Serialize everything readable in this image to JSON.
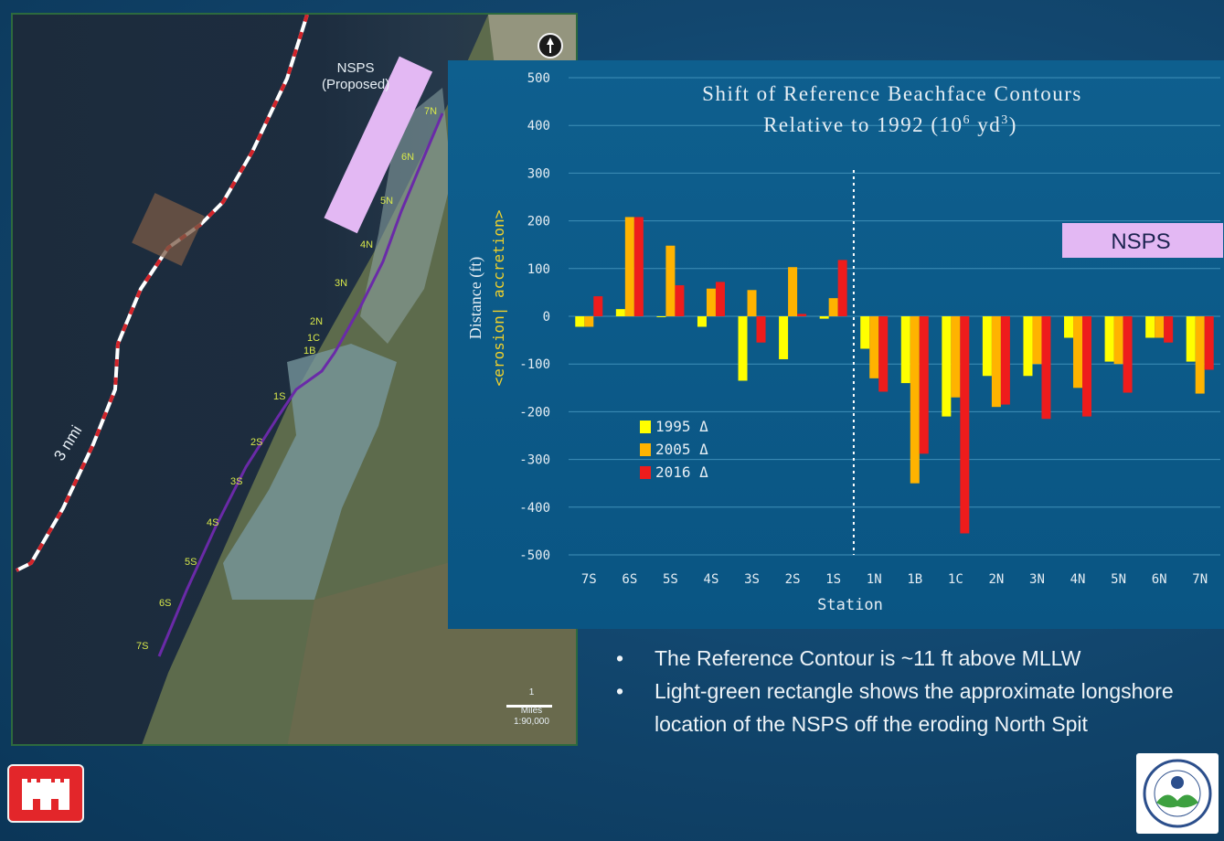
{
  "map": {
    "nsps_label": "NSPS",
    "nsps_sub": "(Proposed)",
    "boundary_label": "3 nmi",
    "scale_value": "1",
    "scale_unit": "Miles",
    "scale_ratio": "1:90,000",
    "stations": [
      "7N",
      "6N",
      "5N",
      "4N",
      "3N",
      "2N",
      "1C",
      "1B",
      "1S",
      "2S",
      "3S",
      "4S",
      "5S",
      "6S",
      "7S"
    ],
    "icons": [
      "north-arrow-icon"
    ]
  },
  "chart_data": {
    "type": "bar",
    "title_line1": "Shift of Reference Beachface Contours",
    "title_line2_prefix": "Relative to 1992 (10",
    "title_line2_exp": "6",
    "title_line2_unit": " yd",
    "title_line2_unit_exp": "3",
    "title_line2_suffix": ")",
    "ylabel_main": "Distance (ft)",
    "ylabel_sub": "<erosion| accretion>",
    "xlabel": "Station",
    "ylim": [
      -500,
      500
    ],
    "yticks": [
      500,
      400,
      300,
      200,
      100,
      0,
      -100,
      -200,
      -300,
      -400,
      -500
    ],
    "grid": true,
    "legend_position": "lower-left",
    "region_label": "NSPS",
    "categories": [
      "7S",
      "6S",
      "5S",
      "4S",
      "3S",
      "2S",
      "1S",
      "1N",
      "1B",
      "1C",
      "2N",
      "3N",
      "4N",
      "5N",
      "6N",
      "7N"
    ],
    "series": [
      {
        "name": "1995 Δ",
        "color": "#ffff00",
        "values": [
          -22,
          15,
          0,
          -22,
          -135,
          -90,
          -5,
          -68,
          -140,
          -210,
          -125,
          -125,
          -45,
          -95,
          -45,
          -95
        ]
      },
      {
        "name": "2005 Δ",
        "color": "#ffb300",
        "values": [
          -22,
          208,
          148,
          58,
          55,
          103,
          38,
          -130,
          -350,
          -170,
          -190,
          -100,
          -150,
          -100,
          -45,
          -162
        ]
      },
      {
        "name": "2016 Δ",
        "color": "#ee1c1c",
        "values": [
          42,
          208,
          65,
          72,
          -55,
          5,
          118,
          -158,
          -288,
          -455,
          -185,
          -215,
          -210,
          -160,
          -55,
          -112
        ]
      }
    ]
  },
  "bullets": [
    "The Reference Contour is ~11 ft above MLLW",
    "Light-green rectangle shows the approximate longshore location of the NSPS off the eroding North Spit"
  ],
  "bullet_glyph": "•",
  "logos": {
    "usace": "usace-castle-logo",
    "epa": "epa-seal-logo"
  }
}
